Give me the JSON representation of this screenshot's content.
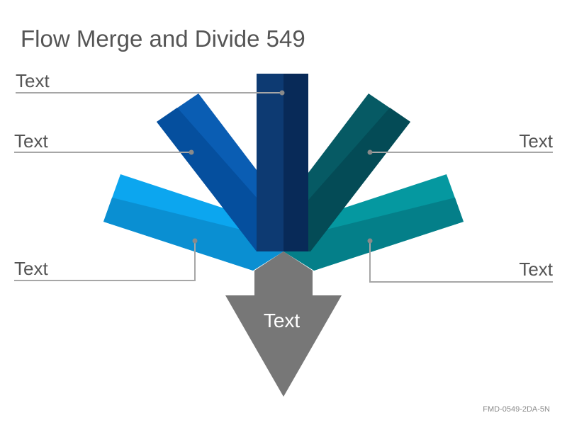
{
  "title": "Flow Merge and Divide 549",
  "labels": {
    "top": "Text",
    "upper_left": "Text",
    "lower_left": "Text",
    "upper_right": "Text",
    "lower_right": "Text",
    "arrow": "Text"
  },
  "code": "FMD-0549-2DA-5N",
  "colors": {
    "center_bar": "#0b3266",
    "left_inner_bar": "#0558a8",
    "left_outer_bar": "#0fa0e6",
    "right_inner_bar": "#07555f",
    "right_outer_bar": "#058f96",
    "arrow": "#777777",
    "connector": "#a6a6a6",
    "dot": "#8a8a8a"
  }
}
